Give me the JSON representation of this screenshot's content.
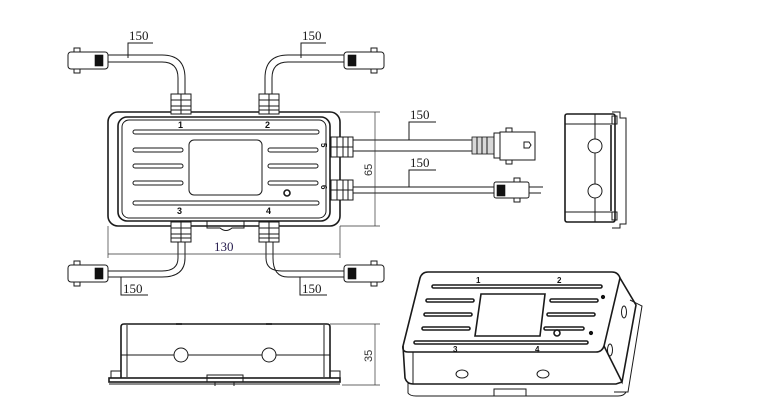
{
  "drawing": {
    "title": "Junction box technical drawing",
    "cable_length_labels": {
      "top_left": "150",
      "top_right": "150",
      "right_upper": "150",
      "right_lower": "150",
      "bottom_left": "150",
      "bottom_right": "150"
    },
    "dimensions": {
      "height": "65",
      "width": "130",
      "depth": "35"
    },
    "ports": {
      "p1": "1",
      "p2": "2",
      "p3": "3",
      "p4": "4",
      "p5": "5",
      "p6": "6"
    },
    "iso_ports": {
      "p1": "1",
      "p2": "2",
      "p3": "3",
      "p4": "4"
    },
    "colors": {
      "line": "#1a1a1a",
      "dim_text_accent": "#2a2050"
    }
  }
}
